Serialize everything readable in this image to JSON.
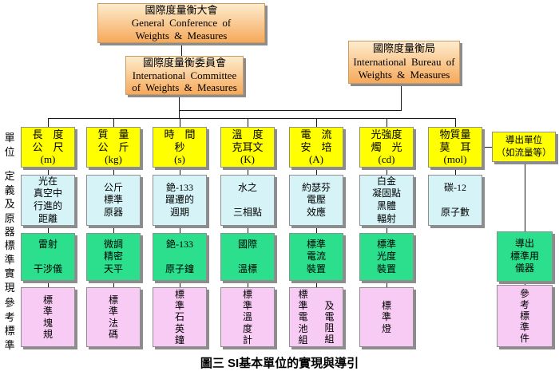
{
  "top_boxes": {
    "gcwm": {
      "zh": "國際度量衡大會",
      "en1": "General Conference of",
      "en2": "Weights & Measures"
    },
    "icwm": {
      "zh": "國際度量衡委員會",
      "en1": "International Committee",
      "en2": "of Weights & Measures"
    },
    "ibwm": {
      "zh": "國際度量衡局",
      "en1": "International Bureau of",
      "en2": "Weights & Measures"
    }
  },
  "row_labels": {
    "unit": "單位",
    "definition": "定義及原器",
    "realization": "標準實現",
    "reference": "參考標準"
  },
  "columns": [
    {
      "id": "m",
      "unit": [
        "長　度",
        "公　尺",
        "(m)"
      ],
      "definition": [
        "光在",
        "真空中",
        "行進的",
        "距離"
      ],
      "realization": [
        "雷射",
        "",
        "干涉儀"
      ],
      "reference": "標準塊規"
    },
    {
      "id": "kg",
      "unit": [
        "質　量",
        "公　斤",
        "(kg)"
      ],
      "definition": [
        "公斤",
        "標準",
        "原器"
      ],
      "realization": [
        "微調",
        "精密",
        "天平"
      ],
      "reference": "標準法碼"
    },
    {
      "id": "s",
      "unit": [
        "時　間",
        "秒",
        "(s)"
      ],
      "definition": [
        "銫-133",
        "躍遷的",
        "週期"
      ],
      "realization": [
        "銫-133",
        "",
        "原子鐘"
      ],
      "reference": "標準石英鐘"
    },
    {
      "id": "K",
      "unit": [
        "溫　度",
        "克耳文",
        "(K)"
      ],
      "definition": [
        "水之",
        "",
        "三相點"
      ],
      "realization": [
        "國際",
        "",
        "溫標"
      ],
      "reference": "標準溫度計"
    },
    {
      "id": "A",
      "unit": [
        "電　流",
        "安　培",
        "(A)"
      ],
      "definition": [
        "約瑟芬",
        "電壓",
        "效應"
      ],
      "realization": [
        "標準",
        "電流",
        "裝置"
      ],
      "reference_left": "標準電池組",
      "reference_right": "及電阻組"
    },
    {
      "id": "cd",
      "unit": [
        "光強度",
        "燭　光",
        "(cd)"
      ],
      "definition": [
        "白金",
        "凝固點",
        "黑體",
        "輻射"
      ],
      "realization": [
        "標準",
        "光度",
        "裝置"
      ],
      "reference": "標準燈"
    },
    {
      "id": "mol",
      "unit": [
        "物質量",
        "莫　耳",
        "(mol)"
      ],
      "definition": [
        "碳-12",
        "",
        "原子數"
      ]
    },
    {
      "id": "derived",
      "unit": [
        "導出單位",
        "（如流量等）"
      ],
      "realization": [
        "導出",
        "標準用",
        "儀器"
      ],
      "reference": "參考標準件"
    }
  ],
  "caption": "圖三 SI基本單位的實現與導引",
  "colors": {
    "unit_row": "#ffff00",
    "definition_row": "#d6f4f8",
    "realization_row": "#2bdf8d",
    "reference_row": "#f7cbf3",
    "top_box_gradient_top": "#fdeccd",
    "top_box_gradient_bottom": "#f6a95b",
    "connector": "#1a1a1a"
  }
}
